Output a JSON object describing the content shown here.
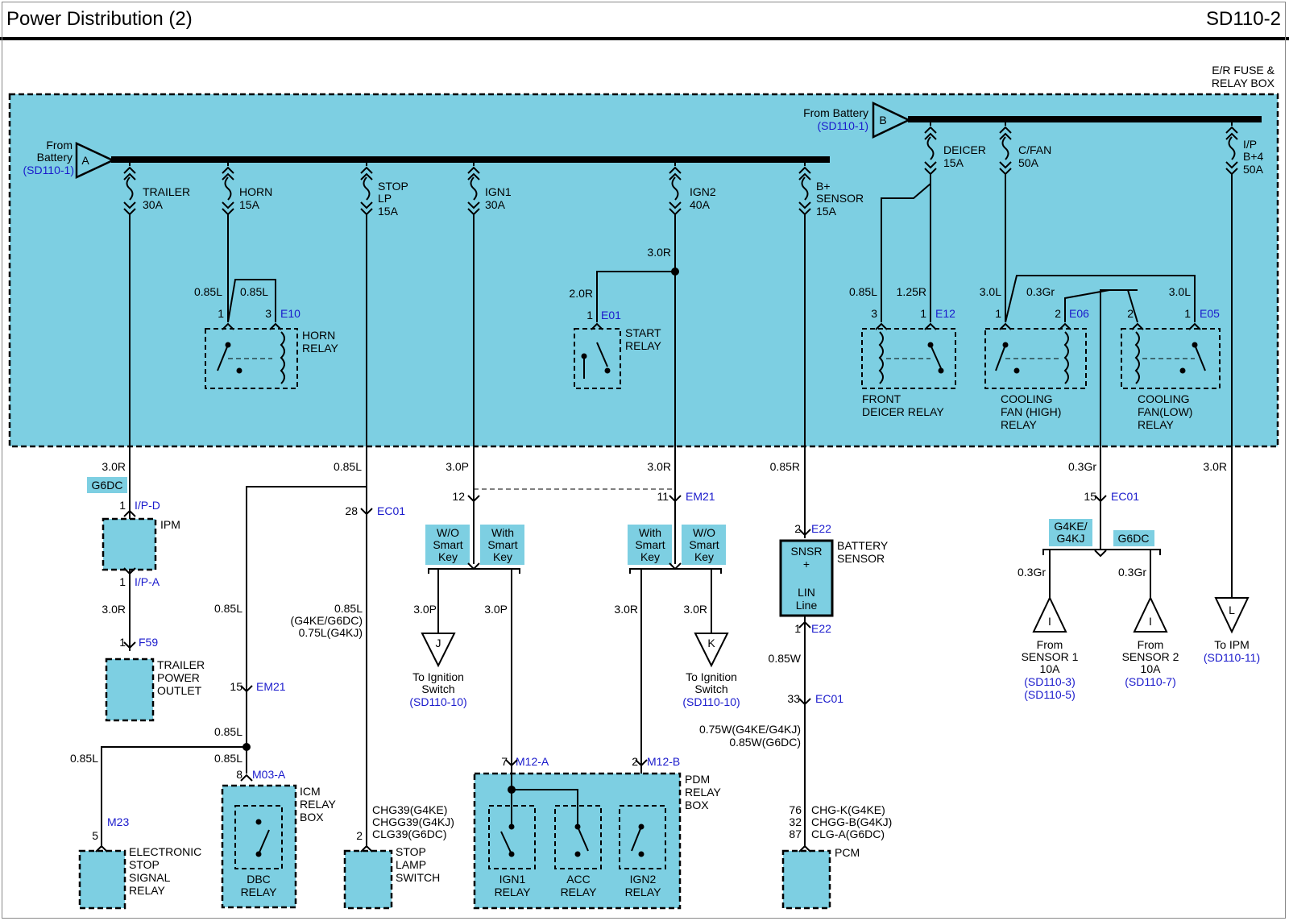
{
  "header": {
    "title": "Power Distribution (2)",
    "code": "SD110-2"
  },
  "er_box": {
    "line1": "E/R FUSE &",
    "line2": "RELAY BOX"
  },
  "source_a": {
    "from1": "From",
    "from2": "Battery",
    "ref": "(SD110-1)",
    "letter": "A"
  },
  "source_b": {
    "from": "From Battery",
    "ref": "(SD110-1)",
    "letter": "B"
  },
  "fuses": [
    {
      "l1": "TRAILER",
      "l2": "30A"
    },
    {
      "l1": "HORN",
      "l2": "15A"
    },
    {
      "l1": "STOP",
      "l2": "LP",
      "l3": "15A"
    },
    {
      "l1": "IGN1",
      "l2": "30A"
    },
    {
      "l1": "IGN2",
      "l2": "40A"
    },
    {
      "l1": "B+",
      "l2": "SENSOR",
      "l3": "15A"
    },
    {
      "l1": "DEICER",
      "l2": "15A"
    },
    {
      "l1": "C/FAN",
      "l2": "50A"
    },
    {
      "l1": "I/P",
      "l2": "B+4",
      "l3": "50A"
    }
  ],
  "wires": {
    "w1": "0.85L",
    "w2": "0.85L",
    "w3": "3.0R",
    "w4": "2.0R",
    "w5": "0.85L",
    "w6": "1.25R",
    "w7": "3.0L",
    "w8": "0.3Gr",
    "w9": "3.0L",
    "w10": "3.0R",
    "w11": "0.85L",
    "w12": "3.0P",
    "w13": "3.0R",
    "w14": "0.85R",
    "w15": "0.3Gr",
    "w16": "3.0R",
    "w17": "3.0R",
    "w18": "0.85L",
    "w19a": "0.85L",
    "w19b": "(G4KE/G6DC)",
    "w19c": "0.75L(G4KJ)",
    "w20": "3.0P",
    "w21": "3.0P",
    "w22": "3.0R",
    "w23": "3.0R",
    "w24": "0.3Gr",
    "w25": "0.3Gr",
    "w26": "0.85W",
    "w27": "0.85L",
    "w28": "0.85L",
    "w29": "0.85L",
    "w30a": "0.75W(G4KE/G4KJ)",
    "w30b": "0.85W(G6DC)"
  },
  "pins": {
    "p1": "1",
    "p3": "3",
    "p_e01": "1",
    "p_e12a": "3",
    "p_e12b": "1",
    "p_e06a": "1",
    "p_e06b": "2",
    "p_e05a": "2",
    "p_e05b": "1",
    "p_ipd": "1",
    "p_ipa": "1",
    "p_f59": "1",
    "p_ec01a": "28",
    "p_em21a": "12",
    "p_em21b": "11",
    "p_e22a": "2",
    "p_e22b": "1",
    "p_ec01c": "15",
    "p_ec01b": "33",
    "p_em21c": "15",
    "p_m03": "8",
    "p_m23": "5",
    "p_chg": "2",
    "p_m12a": "7",
    "p_m12b": "2",
    "p_pcm1": "76",
    "p_pcm2": "32",
    "p_pcm3": "87"
  },
  "connectors": {
    "e10": "E10",
    "e01": "E01",
    "e12": "E12",
    "e06": "E06",
    "e05": "E05",
    "ipd": "I/P-D",
    "ipa": "I/P-A",
    "f59": "F59",
    "ec01a": "EC01",
    "em21a": "EM21",
    "e22a": "E22",
    "e22b": "E22",
    "ec01b": "EC01",
    "ec01c": "EC01",
    "em21c": "EM21",
    "m03": "M03-A",
    "m23": "M23",
    "m12a": "M12-A",
    "m12b": "M12-B"
  },
  "relays": {
    "horn": [
      "HORN",
      "RELAY"
    ],
    "start": [
      "START",
      "RELAY"
    ],
    "deicer": [
      "FRONT",
      "DEICER RELAY"
    ],
    "fan_high": [
      "COOLING",
      "FAN (HIGH)",
      "RELAY"
    ],
    "fan_low": [
      "COOLING",
      "FAN(LOW)",
      "RELAY"
    ]
  },
  "components": {
    "ipm": "IPM",
    "trailer": [
      "TRAILER",
      "POWER",
      "OUTLET"
    ],
    "icm": [
      "ICM",
      "RELAY",
      "BOX"
    ],
    "dbc": [
      "DBC",
      "RELAY"
    ],
    "esr": [
      "ELECTRONIC",
      "STOP",
      "SIGNAL",
      "RELAY"
    ],
    "stop_sw": [
      "STOP",
      "LAMP",
      "SWITCH"
    ],
    "pdm": [
      "PDM",
      "RELAY",
      "BOX"
    ],
    "ign1": [
      "IGN1",
      "RELAY"
    ],
    "acc": [
      "ACC",
      "RELAY"
    ],
    "ign2": [
      "IGN2",
      "RELAY"
    ],
    "batt_sensor": [
      "BATTERY",
      "SENSOR"
    ],
    "snsr": [
      "SNSR",
      "+",
      "LIN",
      "Line"
    ],
    "pcm": "PCM"
  },
  "variants": {
    "g6dc_a": "G6DC",
    "g4ke": [
      "G4KE/",
      "G4KJ"
    ],
    "g6dc_b": "G6DC"
  },
  "keys": {
    "wo1": [
      "W/O",
      "Smart",
      "Key"
    ],
    "with1": [
      "With",
      "Smart",
      "Key"
    ],
    "with2": [
      "With",
      "Smart",
      "Key"
    ],
    "wo2": [
      "W/O",
      "Smart",
      "Key"
    ]
  },
  "chg": [
    {
      "code": "CHG39",
      "eng": "(G4KE)"
    },
    {
      "code": "CHGG39",
      "eng": "(G4KJ)"
    },
    {
      "code": "CLG39",
      "eng": "(G6DC)"
    }
  ],
  "pcm_codes": [
    {
      "code": "CHG-K",
      "eng": "(G4KE)"
    },
    {
      "code": "CHGG-B",
      "eng": "(G4KJ)"
    },
    {
      "code": "CLG-A",
      "eng": "(G6DC)"
    }
  ],
  "refs": {
    "j": {
      "letter": "J",
      "l1": "To Ignition",
      "l2": "Switch",
      "ref": "(SD110-10)"
    },
    "k": {
      "letter": "K",
      "l1": "To Ignition",
      "l2": "Switch",
      "ref": "(SD110-10)"
    },
    "i1": {
      "letter": "I",
      "l1": "From",
      "l2": "SENSOR 1",
      "l3": "10A",
      "r1": "(SD110-3)",
      "r2": "(SD110-5)"
    },
    "i2": {
      "letter": "I",
      "l1": "From",
      "l2": "SENSOR 2",
      "l3": "10A",
      "r1": "(SD110-7)"
    },
    "l": {
      "letter": "L",
      "l1": "To IPM",
      "ref": "(SD110-11)"
    }
  },
  "colors": {
    "fill": "#7dcfe2",
    "link": "#1a1acc"
  }
}
